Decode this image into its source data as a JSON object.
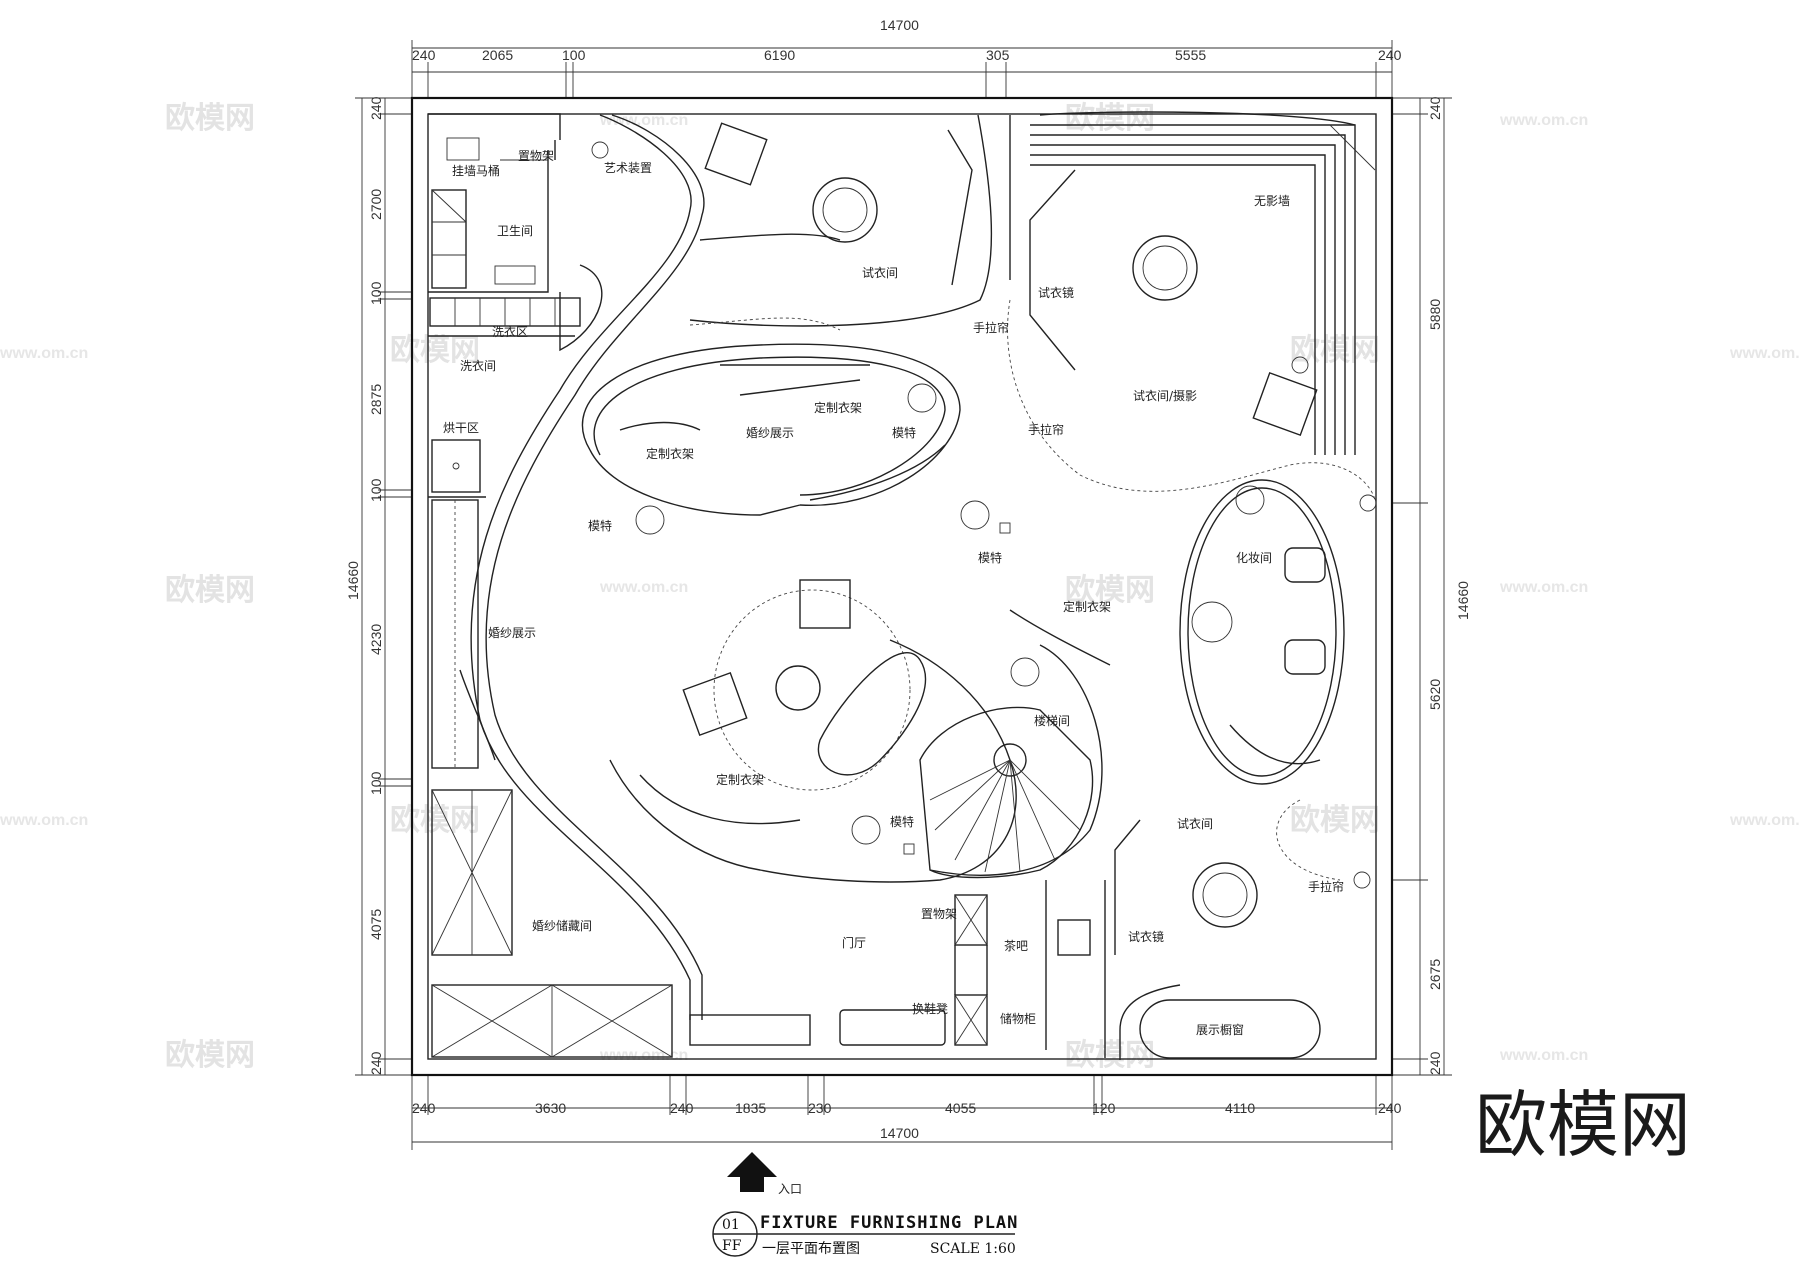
{
  "dimensions": {
    "top_total": "14700",
    "top_segments": [
      "240",
      "2065",
      "100",
      "6190",
      "305",
      "5555",
      "240"
    ],
    "bottom_total": "14700",
    "bottom_segments": [
      "240",
      "3630",
      "240",
      "1835",
      "230",
      "4055",
      "120",
      "4110",
      "240"
    ],
    "left_total": "14660",
    "left_segments": [
      "240",
      "2700",
      "100",
      "2875",
      "100",
      "4230",
      "100",
      "4075",
      "240"
    ],
    "right_total": "14660",
    "right_segments": [
      "240",
      "5880",
      "5620",
      "2675",
      "240"
    ]
  },
  "rooms": {
    "toilet": "挂墙马桶",
    "rack_top": "置物架",
    "art": "艺术装置",
    "bathroom": "卫生间",
    "laundry_area": "洗衣区",
    "laundry_room": "洗衣间",
    "dry_area": "烘干区",
    "bridal_display_left": "婚纱展示",
    "bridal_storage": "婚纱储藏间",
    "fitting_top": "试衣间",
    "mirror_top": "试衣镜",
    "infinity_wall": "无影墙",
    "curtain_1": "手拉帘",
    "curtain_2": "手拉帘",
    "fitting_photo": "试衣间/摄影",
    "custom_rack_1": "定制衣架",
    "custom_rack_2": "定制衣架",
    "bridal_display_center": "婚纱展示",
    "model_1": "模特",
    "model_2": "模特",
    "model_3": "模特",
    "model_4": "模特",
    "custom_rack_3": "定制衣架",
    "custom_rack_4": "定制衣架",
    "makeup": "化妆间",
    "stairs": "楼梯间",
    "fitting_bottom": "试衣间",
    "curtain_3": "手拉帘",
    "rack_bottom": "置物架",
    "foyer": "门厅",
    "tea_bar": "茶吧",
    "mirror_bottom": "试衣镜",
    "shoe_bench": "换鞋凳",
    "storage_cabinet": "储物柜",
    "showcase": "展示橱窗"
  },
  "entrance_label": "入口",
  "title_block": {
    "number": "01",
    "code": "FF",
    "title": "FIXTURE FURNISHING PLAN",
    "subtitle": "一层平面布置图",
    "scale": "SCALE 1:60"
  },
  "watermark": {
    "brand": "欧模网",
    "url": "www.om.cn"
  },
  "colors": {
    "line": "#222222",
    "background": "#ffffff",
    "watermark": "#e3e3e3"
  }
}
